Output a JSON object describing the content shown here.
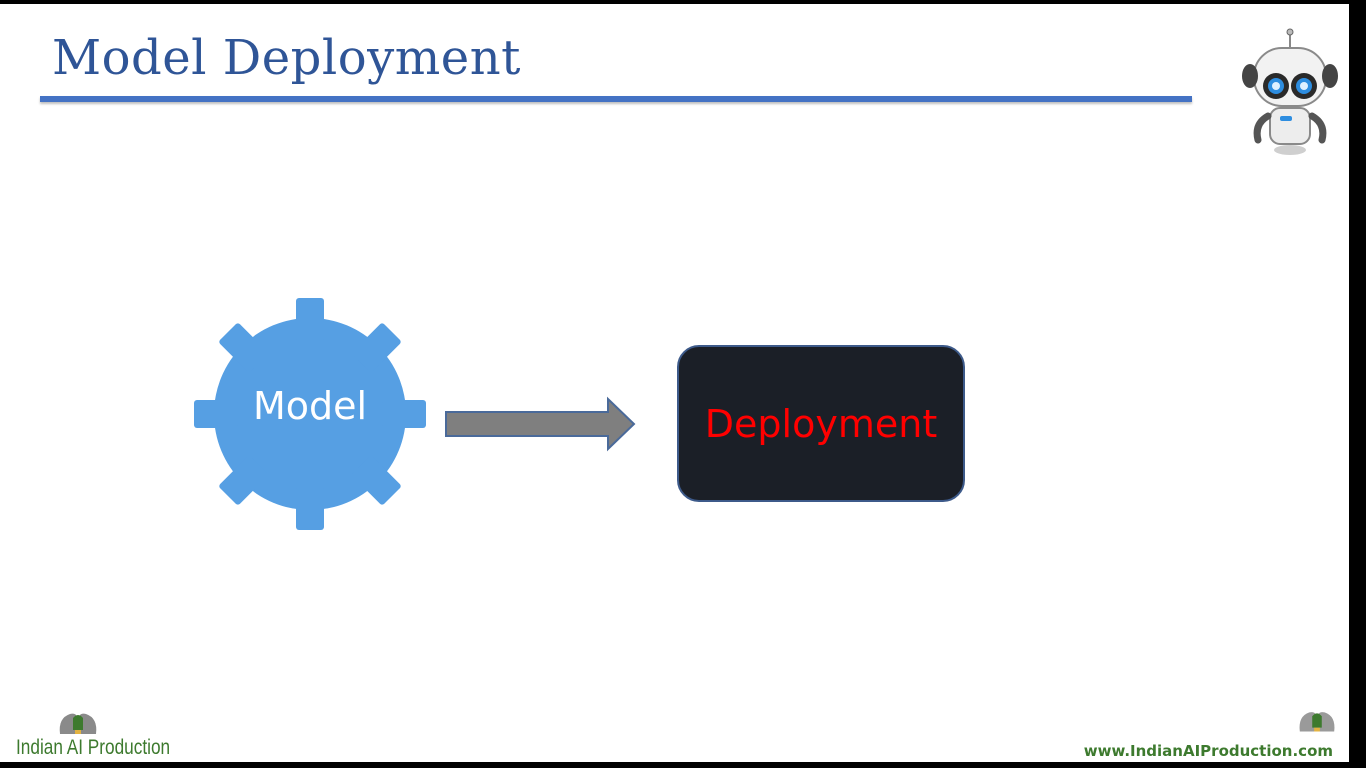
{
  "slide": {
    "title": "Model Deployment",
    "accent_color": "#4472c4",
    "title_color": "#2f5597"
  },
  "diagram": {
    "source": {
      "label": "Model",
      "shape": "gear-icon",
      "color": "#569fe3"
    },
    "connector": {
      "shape": "right-arrow",
      "color": "#7f7f7f"
    },
    "target": {
      "label": "Deployment",
      "shape": "rounded-rectangle",
      "fill_color": "#1b1f27",
      "text_color": "#ff0000"
    }
  },
  "branding": {
    "logo_text": "Indian AI Production",
    "website": "www.IndianAIProduction.com",
    "robot_icon": "robot-mascot-icon",
    "brand_color": "#3d7a2e"
  }
}
